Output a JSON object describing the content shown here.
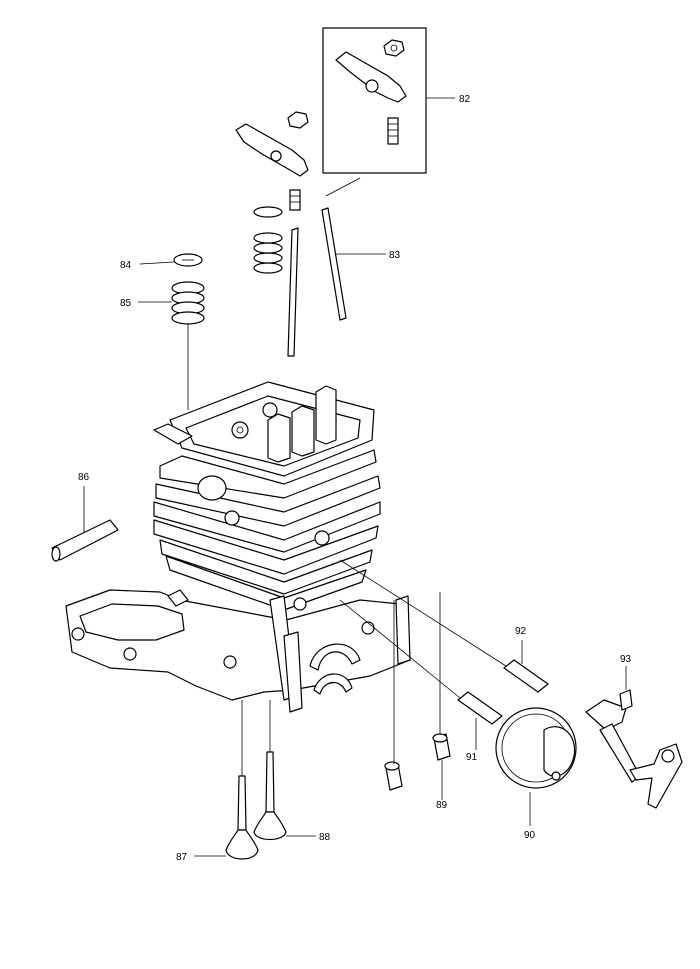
{
  "diagram": {
    "callouts": {
      "c82": "82",
      "c83": "83",
      "c84": "84",
      "c85": "85",
      "c86": "86",
      "c87": "87",
      "c88": "88",
      "c89": "89",
      "c90": "90",
      "c91": "91",
      "c92": "92",
      "c93": "93"
    }
  }
}
